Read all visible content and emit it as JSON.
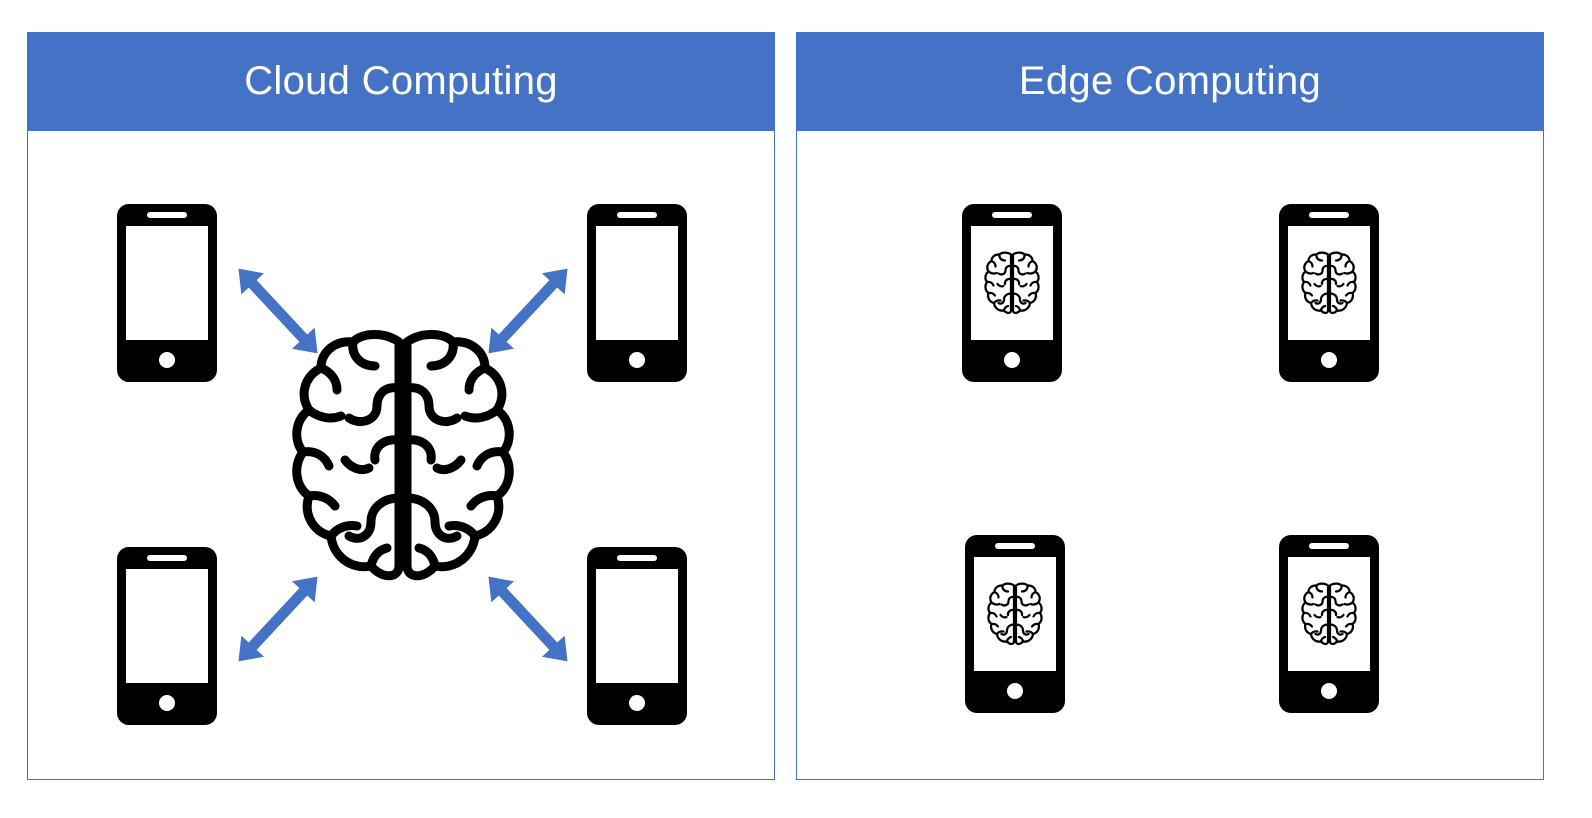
{
  "colors": {
    "accent": "#4472c4",
    "header_text": "#ffffff",
    "icon": "#000000",
    "background": "#ffffff"
  },
  "panels": [
    {
      "title": "Cloud Computing",
      "central_icon": "brain-icon",
      "device_icon": "smartphone-icon",
      "device_count": 4,
      "connector_icon": "double-arrow-icon"
    },
    {
      "title": "Edge Computing",
      "central_icon": null,
      "device_icon": "smartphone-with-brain-icon",
      "device_count": 4,
      "connector_icon": null
    }
  ]
}
